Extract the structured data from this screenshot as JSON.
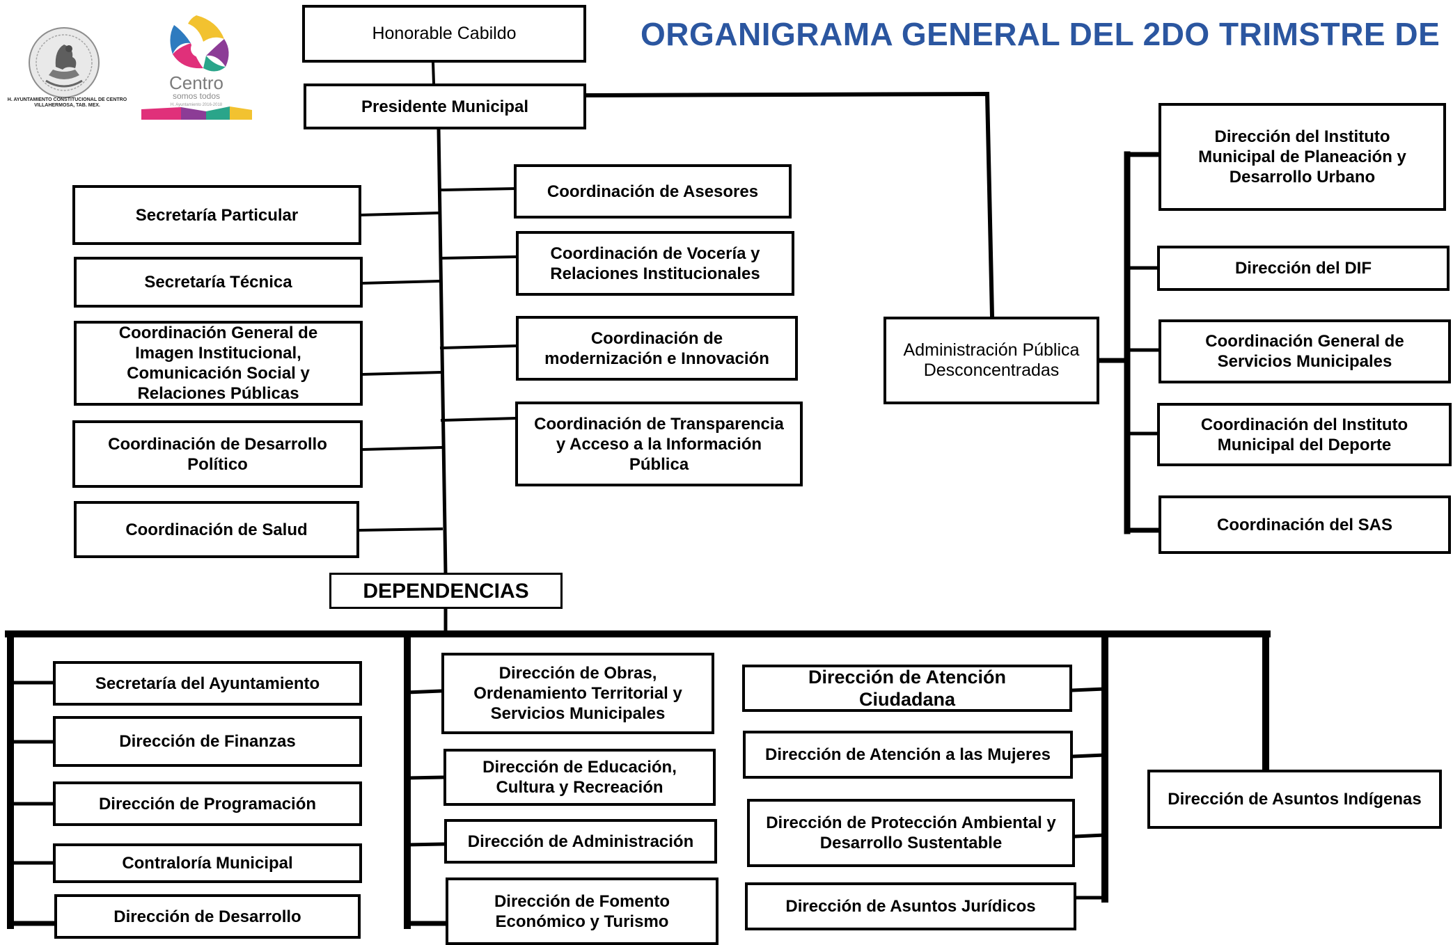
{
  "title": "ORGANIGRAMA GENERAL DEL 2DO TRIMSTRE DE",
  "logos": {
    "seal_icon": "coat-of-arms-icon",
    "seal_caption": "H. AYUNTAMIENTO CONSTITUCIONAL DE CENTRO\nVILLAHERMOSA, TAB. MEX.",
    "brand_icon": "centro-logo-icon",
    "brand_name": "Centro",
    "brand_tagline": "somos todos",
    "brand_period": "H. Ayuntamiento 2016-2018"
  },
  "top": {
    "cabildo": "Honorable Cabildo",
    "presidente": "Presidente Municipal"
  },
  "left_column": [
    "Secretaría Particular",
    "Secretaría Técnica",
    "Coordinación General de\nImagen Institucional,\nComunicación Social y\nRelaciones Públicas",
    "Coordinación de Desarrollo\nPolítico",
    "Coordinación de Salud"
  ],
  "center_column": [
    "Coordinación de Asesores",
    "Coordinación de Vocería y\nRelaciones Institucionales",
    "Coordinación de\nmodernización e Innovación",
    "Coordinación de Transparencia\ny Acceso a la Información\nPública"
  ],
  "desconcentradas": {
    "label": "Administración Pública\nDesconcentradas",
    "items": [
      "Dirección del Instituto\nMunicipal de Planeación y\nDesarrollo Urbano",
      "Dirección del DIF",
      "Coordinación General de\nServicios Municipales",
      "Coordinación del Instituto\nMunicipal del Deporte",
      "Coordinación del SAS"
    ]
  },
  "dependencias": {
    "label": "DEPENDENCIAS",
    "group1": [
      "Secretaría del Ayuntamiento",
      "Dirección de Finanzas",
      "Dirección de Programación",
      "Contraloría Municipal",
      "Dirección de Desarrollo"
    ],
    "group2": [
      "Dirección de Obras,\nOrdenamiento Territorial y\nServicios Municipales",
      "Dirección de Educación,\nCultura y Recreación",
      "Dirección de Administración",
      "Dirección de Fomento\nEconómico y Turismo"
    ],
    "group3": [
      "Dirección de Atención\nCiudadana",
      "Dirección de Atención a las Mujeres",
      "Dirección de Protección Ambiental y\nDesarrollo Sustentable",
      "Dirección de Asuntos Jurídicos"
    ],
    "group4": [
      "Dirección de Asuntos Indígenas"
    ]
  }
}
